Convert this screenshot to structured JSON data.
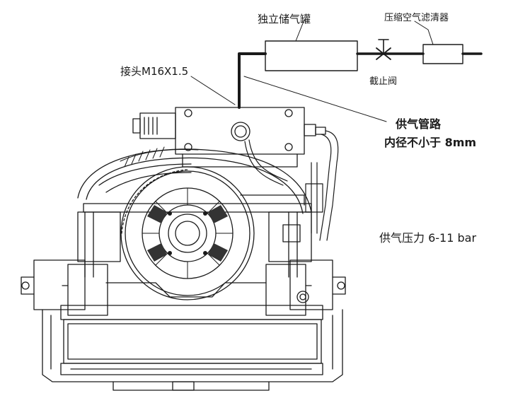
{
  "labels": {
    "tank": "独立储气罐",
    "filter": "压缩空气滤清器",
    "connector": "接头M16X1.5",
    "valve": "截止阀",
    "supply_line_1": "供气管路",
    "supply_line_2": "内径不小于 8mm",
    "pressure": "供气压力 6-11 bar"
  },
  "colors": {
    "line": "#1a1a1a",
    "background": "#ffffff"
  }
}
